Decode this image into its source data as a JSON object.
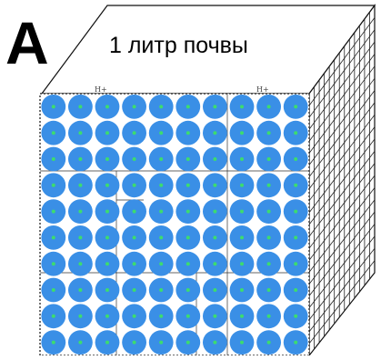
{
  "figure": {
    "panel_letter": "A",
    "top_label": "1 литр почвы",
    "ion_labels": [
      "H+",
      "H+"
    ]
  },
  "grid": {
    "rows": 10,
    "cols": 10
  },
  "colors": {
    "particle": "#3a8fe6",
    "particle_center": "#3ddc6e",
    "outline": "#111111",
    "background": "#ffffff"
  }
}
